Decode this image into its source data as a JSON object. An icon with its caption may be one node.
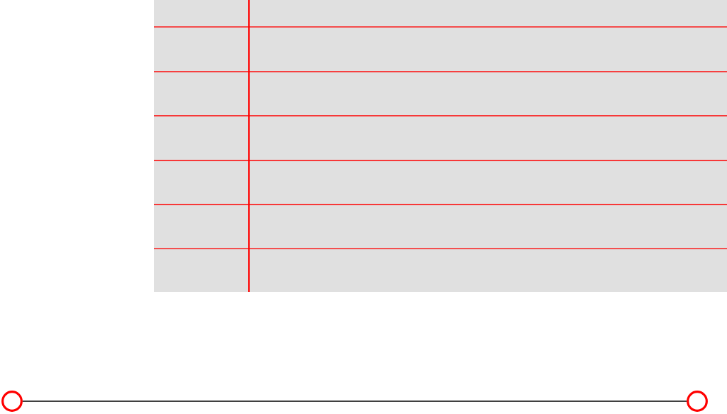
{
  "diagram": {
    "nodes": [
      {
        "text": [],
        "shape": "circle"
      },
      {
        "text": [],
        "shape": "circle"
      }
    ],
    "edges": [
      {
        "from": 0,
        "to": 1,
        "arrow": "none"
      }
    ]
  }
}
